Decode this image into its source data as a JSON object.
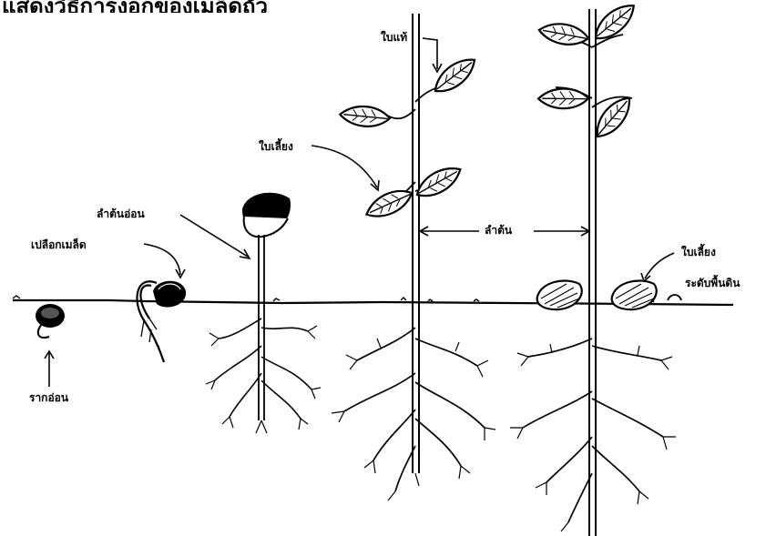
{
  "header_fragment": "แสดงวิธีการงอกของเมล็ดถั่ว",
  "labels": {
    "radicle": "รากอ่อน",
    "seed_coat": "เปลือกเมล็ด",
    "hypocotyl": "ลำต้นอ่อน",
    "cotyledon_top": "ใบเลี้ยง",
    "true_leaf": "ใบแท้",
    "stem": "ลำต้น",
    "cotyledon_ground": "ใบเลี้ยง",
    "ground_level": "ระดับพื้นดิน"
  },
  "colors": {
    "ink": "#000000",
    "paper": "#ffffff"
  }
}
